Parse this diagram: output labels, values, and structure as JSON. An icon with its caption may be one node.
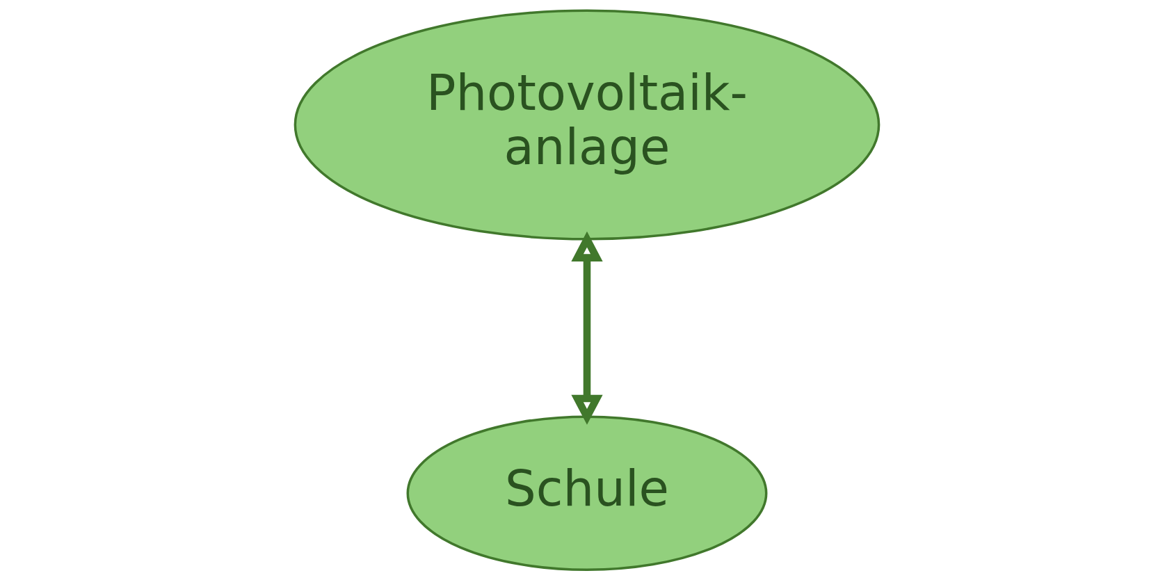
{
  "diagram": {
    "nodes": [
      {
        "text": [
          "Photovoltaik- anlage"
        ]
      },
      {
        "text": [
          "Schule"
        ]
      }
    ],
    "edges": [
      {
        "from": 0,
        "to": 1,
        "arrow": "both"
      }
    ]
  }
}
